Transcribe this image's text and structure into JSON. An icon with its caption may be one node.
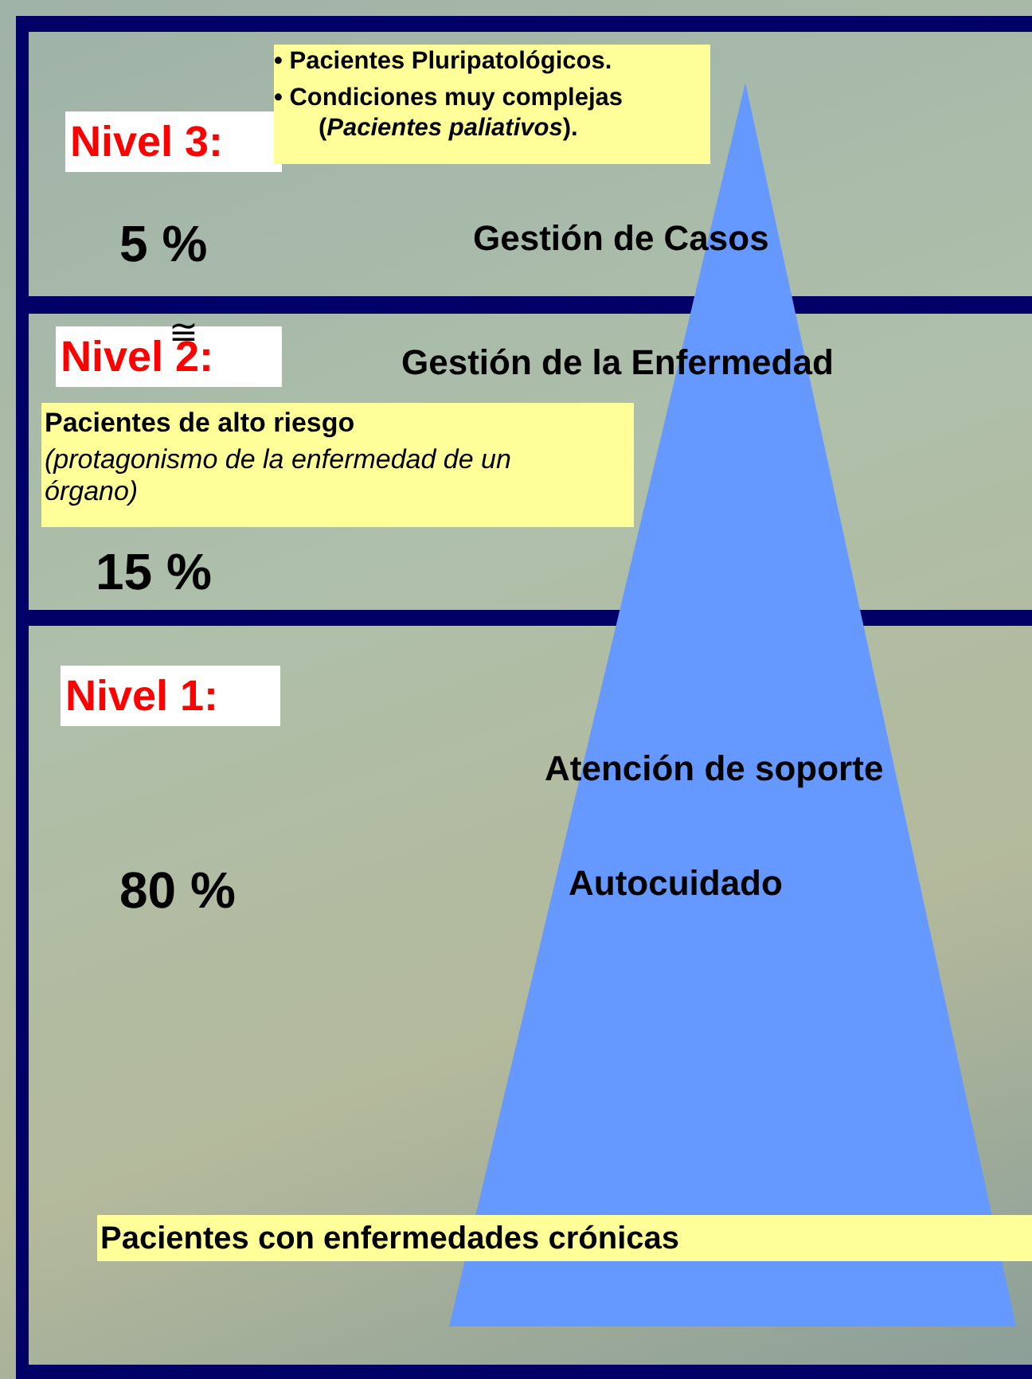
{
  "diagram": {
    "nodes": [
      {
        "text": [
          "5 %",
          "Gestión de Casos"
        ]
      },
      {
        "text": [
          "Nivel 3:"
        ],
        "in": 0
      },
      {
        "text": [
          "• Pacientes Pluripatológicos.",
          "• Condiciones muy complejas (*Pacientes paliativos*)."
        ],
        "in": 0
      },
      {
        "text": [
          "Gestión de la Enfermedad",
          "15 %"
        ]
      },
      {
        "text": [
          "Nivel 2:"
        ],
        "in": 3
      },
      {
        "text": [
          "Pacientes de alto riesgo",
          "(protagonismo de la enfermedad de un órgano)"
        ],
        "in": 3
      },
      {
        "text": [
          "Atención de soporte",
          "80 %",
          "Autocuidado"
        ]
      },
      {
        "text": [
          "Nivel 1:"
        ],
        "in": 6
      },
      {
        "text": [
          "Pacientes con enfermedades crónicas"
        ],
        "in": 6
      }
    ],
    "labels": [
      "≅"
    ]
  }
}
